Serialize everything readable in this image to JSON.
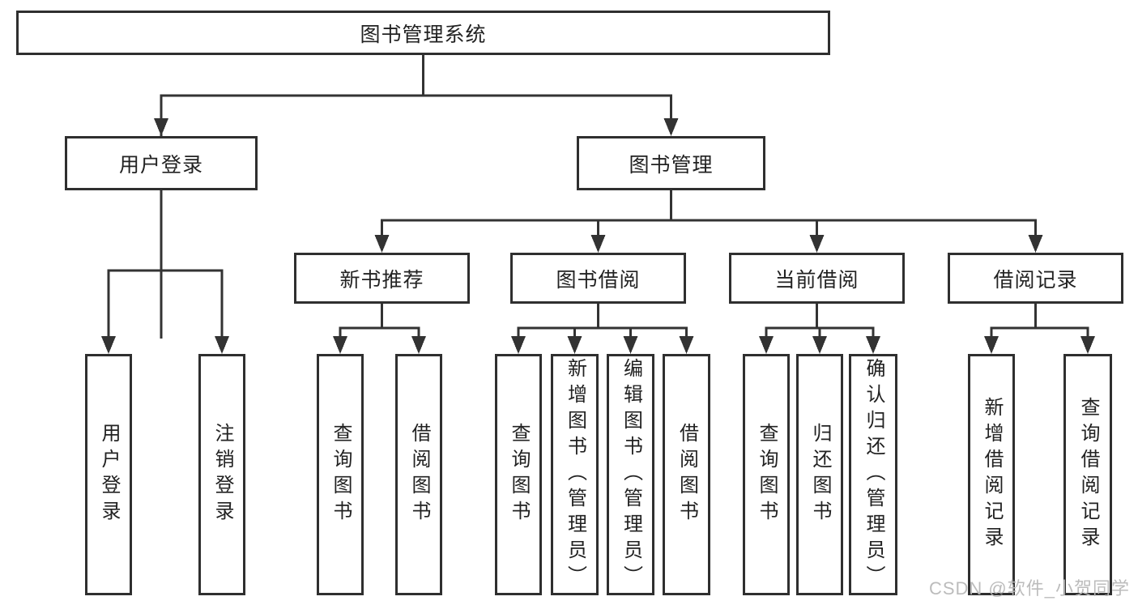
{
  "style": {
    "line_color": "#333333",
    "box_border_color": "#2f2f2f",
    "box_fill": "#ffffff",
    "text_color": "#222222",
    "background": "#ffffff"
  },
  "diagram": {
    "root": {
      "label": "图书管理系统"
    },
    "branches": [
      {
        "label": "用户登录",
        "children": [
          {
            "label": "用户登录"
          },
          {
            "label": "注销登录"
          }
        ]
      },
      {
        "label": "图书管理",
        "children": [
          {
            "label": "新书推荐",
            "children": [
              {
                "label": "查询图书"
              },
              {
                "label": "借阅图书"
              }
            ]
          },
          {
            "label": "图书借阅",
            "children": [
              {
                "label": "查询图书"
              },
              {
                "label": "新增图书（管理员）"
              },
              {
                "label": "编辑图书（管理员）"
              },
              {
                "label": "借阅图书"
              }
            ]
          },
          {
            "label": "当前借阅",
            "children": [
              {
                "label": "查询图书"
              },
              {
                "label": "归还图书"
              },
              {
                "label": "确认归还（管理员）"
              }
            ]
          },
          {
            "label": "借阅记录",
            "children": [
              {
                "label": "新增借阅记录"
              },
              {
                "label": "查询借阅记录"
              }
            ]
          }
        ]
      }
    ]
  },
  "watermark": {
    "text": "CSDN @软件_小贺同学",
    "color": "#b9b9b9"
  }
}
